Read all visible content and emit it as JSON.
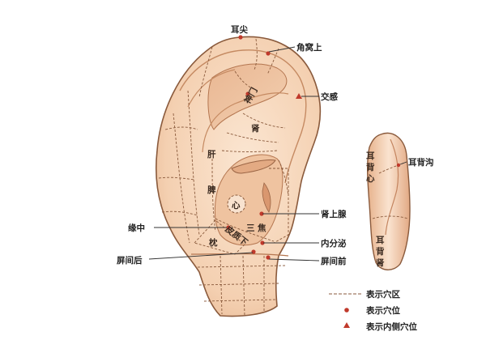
{
  "outside_labels": {
    "er_jian": "耳尖",
    "jiao_wo_shang": "角窝上",
    "jiao_gan": "交感",
    "shen_shang_xian": "肾上腺",
    "yuan_zhong": "缘中",
    "nei_fen_mi": "内分泌",
    "ping_jian_hou": "屏间后",
    "ping_jian_qian": "屏间前"
  },
  "inside_labels": {
    "shen_men": "神门",
    "shen": "肾",
    "gan": "肝",
    "pi": "脾",
    "xin": "心",
    "san": "三",
    "jiao": "焦",
    "pi_zhi_xia": "皮质下",
    "zhen": "枕"
  },
  "back_ear": {
    "er_bei_xin": [
      "耳",
      "背",
      "心"
    ],
    "er_bei_gou": "耳背沟",
    "er_bei_shen": [
      "耳",
      "背",
      "肾"
    ]
  },
  "legend": {
    "zone": "表示穴区",
    "point": "表示穴位",
    "inner_point": "表示内侧穴位"
  },
  "colors": {
    "point_red": "#c0392b",
    "skin": "#f6d7bd",
    "skin_shadow": "#e2ad86",
    "outline": "#8a5a3c"
  }
}
